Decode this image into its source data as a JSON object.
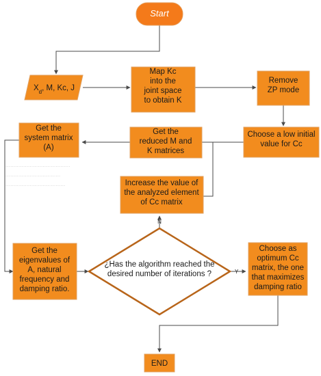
{
  "colors": {
    "process_fill": "#f28c1e",
    "process_stroke": "#e0a060",
    "start_fill": "#f47a1a",
    "decision_stroke": "#b8651a",
    "arrow": "#4a4a4a"
  },
  "nodes": {
    "start": "Start",
    "inputs": {
      "x": "X",
      "x_sub": "d",
      "rest": ", M, Kc, J"
    },
    "map_kc": [
      "Map Kc",
      "into the",
      "joint space",
      "to obtain K"
    ],
    "remove_zp": [
      "Remove",
      "ZP mode"
    ],
    "choose_initial": [
      "Choose a low initial",
      "value for Cc"
    ],
    "reduced": [
      "Get the",
      "reduced M and",
      "K matrices"
    ],
    "system_matrix": [
      "Get the",
      "system matrix",
      "(A)"
    ],
    "increase": [
      "Increase the value of",
      "the analyzed element",
      "of Cc matrix"
    ],
    "eigenvalues": [
      "Get the",
      "eigenvalues of",
      "A, natural",
      "frequency and",
      "damping  ratio."
    ],
    "decision": [
      "¿Has the algorithm reached the",
      "desired number of iterations ?"
    ],
    "optimum": [
      "Choose as",
      "optimum Cc",
      "matrix, the one",
      "that maximizes",
      "damping ratio"
    ],
    "end": "END"
  },
  "edge_labels": {
    "no": "N",
    "yes": "Y"
  },
  "ghost_text": [
    "........................................",
    "..................................",
    "....................................."
  ]
}
